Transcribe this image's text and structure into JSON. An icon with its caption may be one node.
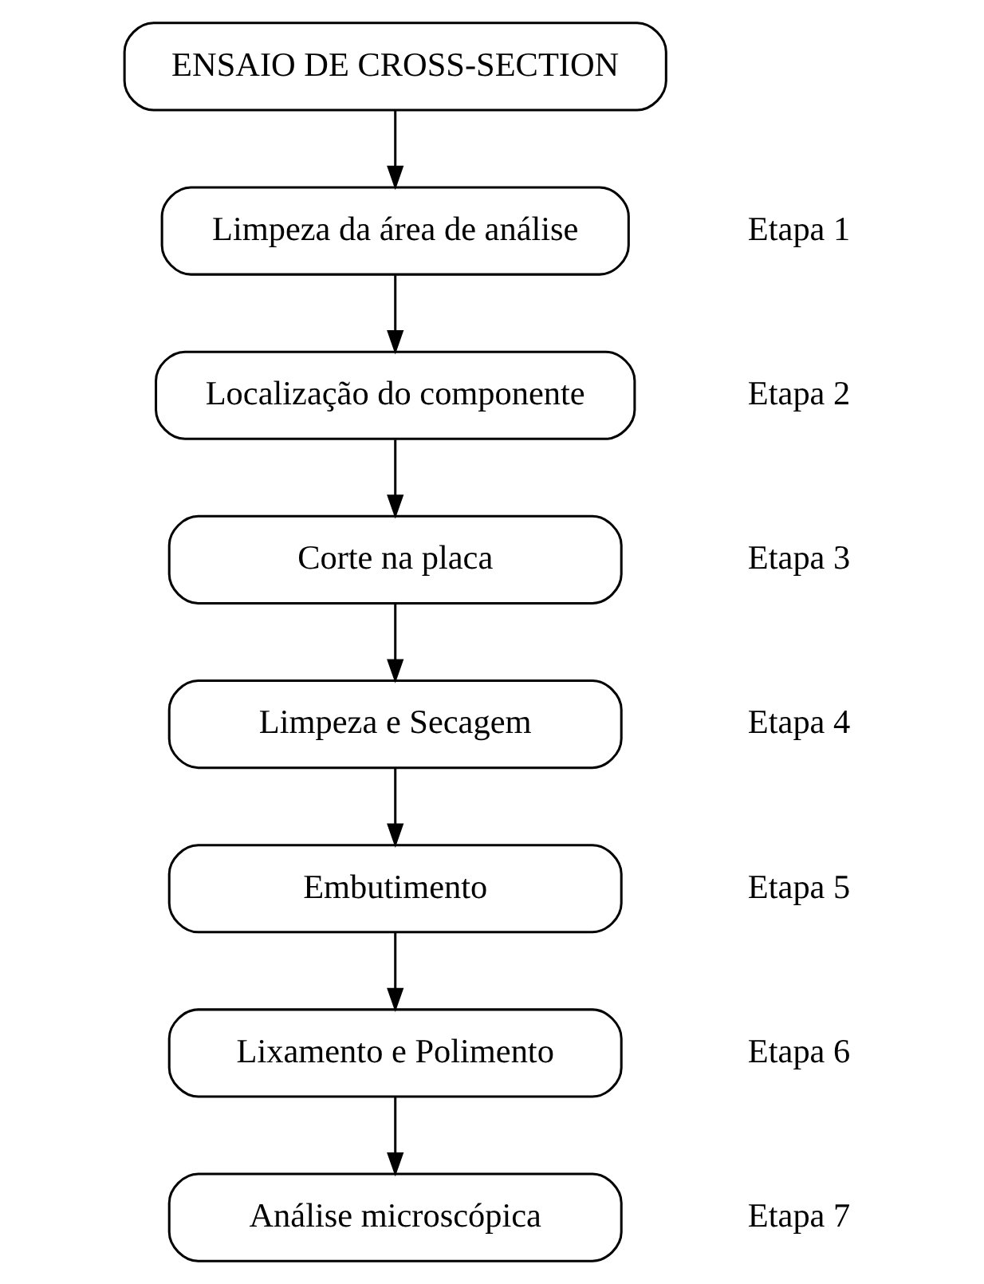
{
  "diagram": {
    "nodes": [
      {
        "text": [
          "ENSAIO DE CROSS-SECTION"
        ]
      },
      {
        "text": [
          "Limpeza da área de análise"
        ]
      },
      {
        "text": [
          "Localização do componente"
        ]
      },
      {
        "text": [
          "Corte na placa"
        ]
      },
      {
        "text": [
          "Limpeza e Secagem"
        ]
      },
      {
        "text": [
          "Embutimento"
        ]
      },
      {
        "text": [
          "Lixamento e Polimento"
        ]
      },
      {
        "text": [
          "Análise microscópica"
        ]
      }
    ],
    "edges": [
      {
        "from": 0,
        "to": 1,
        "arrow": "to"
      },
      {
        "from": 1,
        "to": 2,
        "arrow": "to"
      },
      {
        "from": 2,
        "to": 3,
        "arrow": "to"
      },
      {
        "from": 3,
        "to": 4,
        "arrow": "to"
      },
      {
        "from": 4,
        "to": 5,
        "arrow": "to"
      },
      {
        "from": 5,
        "to": 6,
        "arrow": "to"
      },
      {
        "from": 6,
        "to": 7,
        "arrow": "to"
      }
    ],
    "labels": [
      "Etapa 1",
      "Etapa 2",
      "Etapa 3",
      "Etapa 4",
      "Etapa 5",
      "Etapa 6",
      "Etapa 7"
    ]
  }
}
